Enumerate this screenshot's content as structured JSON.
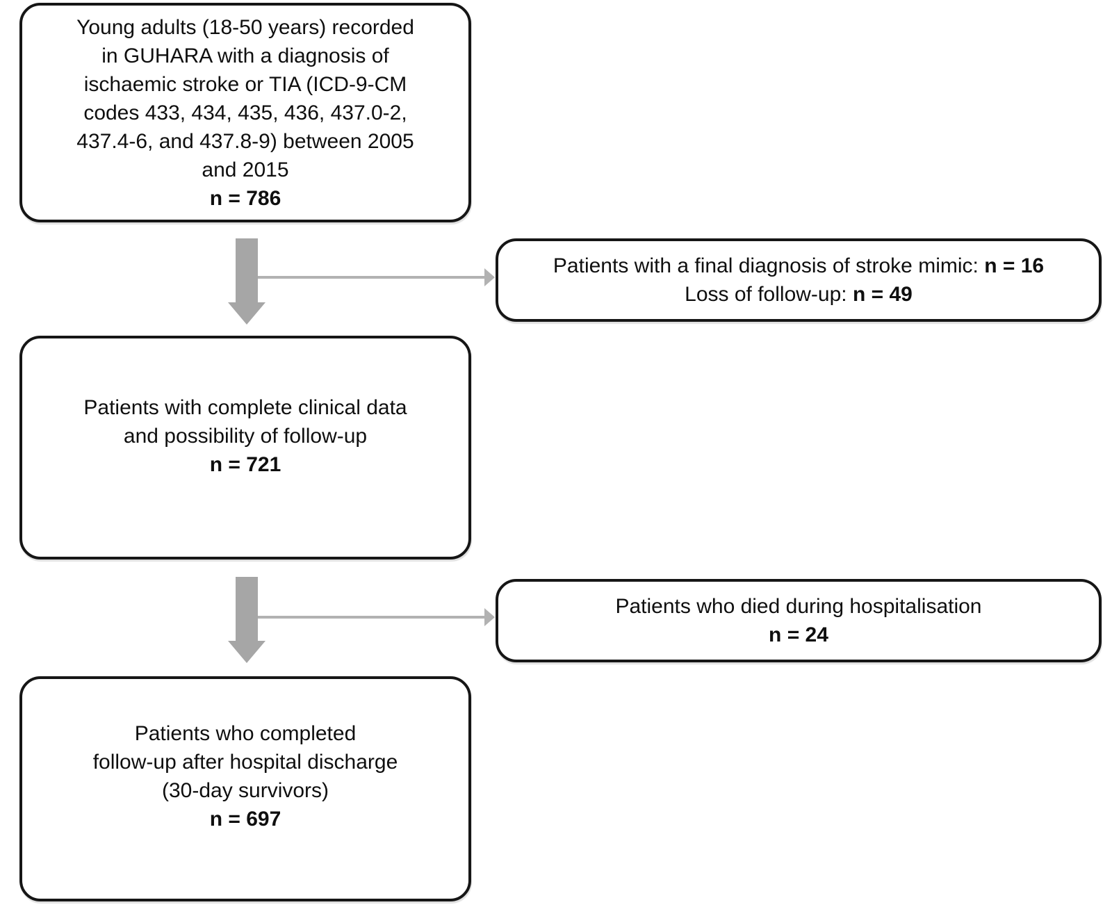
{
  "colors": {
    "box_border": "#161616",
    "text": "#0f0f0f",
    "thick_arrow": "#a6a6a6",
    "thin_arrow": "#b2b2b2",
    "background": "#ffffff"
  },
  "boxes": {
    "source": {
      "lines": [
        "Young adults (18-50 years) recorded",
        "in GUHARA with a diagnosis of",
        "ischaemic stroke or TIA (ICD-9-CM",
        "codes 433, 434, 435, 436, 437.0-2,",
        "437.4-6, and 437.8-9) between 2005",
        "and 2015"
      ],
      "count": "n = 786"
    },
    "excluded1": {
      "line1_text": "Patients with a final diagnosis of stroke mimic: ",
      "line1_count": "n = 16",
      "line2_text": "Loss of follow-up: ",
      "line2_count": "n = 49"
    },
    "complete": {
      "lines": [
        "Patients with complete clinical data",
        "and possibility of follow-up"
      ],
      "count": "n = 721"
    },
    "excluded2": {
      "line1": "Patients who died during hospitalisation",
      "count": "n = 24"
    },
    "survivors": {
      "lines": [
        "Patients who completed",
        "follow-up after hospital discharge",
        "(30-day survivors)"
      ],
      "count": "n = 697"
    }
  }
}
